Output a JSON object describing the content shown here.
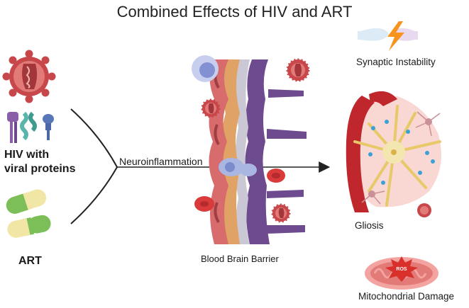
{
  "title": "Combined Effects of HIV and ART",
  "labels": {
    "hiv_line1": "HIV with",
    "hiv_line2": "viral proteins",
    "art": "ART",
    "neuroinflammation": "Neuroinflammation",
    "blood_brain_barrier": "Blood Brain Barrier",
    "synaptic_instability": "Synaptic Instability",
    "gliosis": "Gliosis",
    "mitochondrial_damage": "Mitochondrial Damage",
    "ros": "ROS"
  },
  "colors": {
    "virus": "#c8474a",
    "virus_dark": "#8e2a2e",
    "capsule_green": "#7cbf58",
    "capsule_cream": "#f2e6a6",
    "vessel_purple": "#6e4a8e",
    "astrocyte": "#f4e6b0",
    "rbc": "#d93a3a",
    "lightning": "#f7931e"
  }
}
